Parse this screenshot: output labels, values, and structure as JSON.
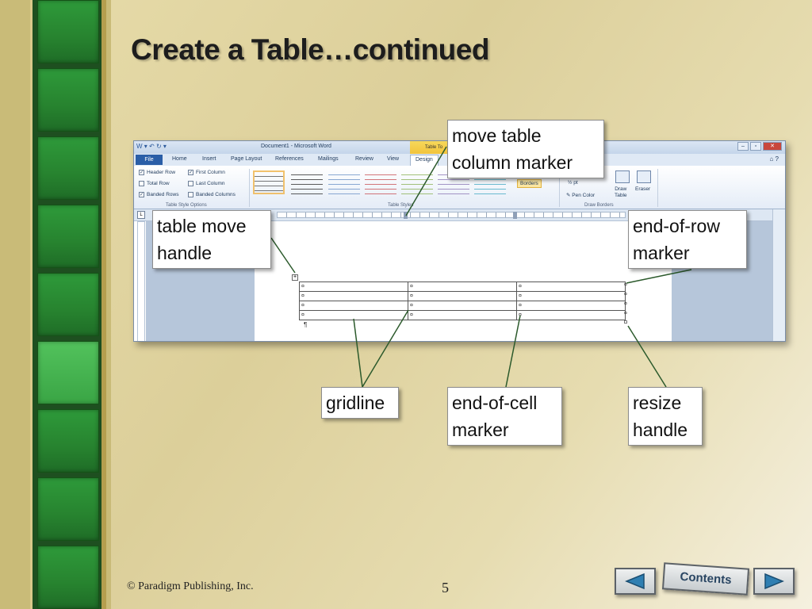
{
  "slide": {
    "title": "Create a Table…continued",
    "copyright": "© Paradigm Publishing, Inc.",
    "page_number": "5"
  },
  "callouts": {
    "move_table_column_marker": [
      "move table",
      "column marker"
    ],
    "table_move_handle": [
      "table move",
      "handle"
    ],
    "end_of_row_marker": [
      "end-of-row",
      "marker"
    ],
    "gridline": [
      "gridline"
    ],
    "end_of_cell_marker": [
      "end-of-cell",
      "marker"
    ],
    "resize_handle": [
      "resize",
      "handle"
    ]
  },
  "word": {
    "window_title": "Document1 - Microsoft Word",
    "table_tools_tab": "Table To",
    "menu": {
      "file": "File",
      "tabs": [
        "Home",
        "Insert",
        "Page Layout",
        "References",
        "Mailings",
        "Review",
        "View"
      ],
      "active_tab": "Design"
    },
    "style_options": {
      "items": [
        {
          "label": "Header Row",
          "checked": true
        },
        {
          "label": "First Column",
          "checked": true
        },
        {
          "label": "Total Row",
          "checked": false
        },
        {
          "label": "Last Column",
          "checked": false
        },
        {
          "label": "Banded Rows",
          "checked": true
        },
        {
          "label": "Banded Columns",
          "checked": false
        }
      ],
      "group_label": "Table Style Options"
    },
    "table_styles_label": "Table Styles",
    "borders_label": "Borders",
    "pen_weight": "½ pt",
    "pen_color": "Pen Color",
    "draw_table": [
      "Draw",
      "Table"
    ],
    "eraser": "Eraser",
    "draw_borders_label": "Draw Borders",
    "cell_mark": "¤",
    "paragraph_mark": "¶",
    "table_rows": 4,
    "table_cols": 3
  },
  "nav": {
    "contents_label": "Contents",
    "prev_icon": "left-arrow-icon",
    "next_icon": "right-arrow-icon"
  },
  "colors": {
    "strip_green": "#2e9a3a",
    "background": "#e0d4a2",
    "word_file_tab": "#2a5ea7"
  }
}
